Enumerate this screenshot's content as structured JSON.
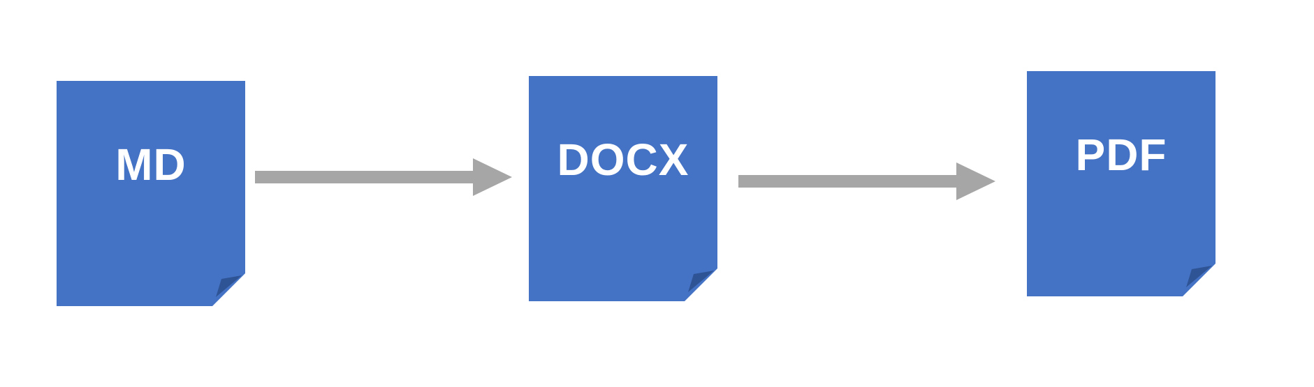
{
  "diagram": {
    "background_color": "#FFFFFF",
    "nodes": [
      {
        "id": "md",
        "label": "MD",
        "shape": "folded-corner-document",
        "fill": "#4472C4",
        "fold_fill": "#2F5496",
        "text_color": "#FFFFFF"
      },
      {
        "id": "docx",
        "label": "DOCX",
        "shape": "folded-corner-document",
        "fill": "#4472C4",
        "fold_fill": "#2F5496",
        "text_color": "#FFFFFF"
      },
      {
        "id": "pdf",
        "label": "PDF",
        "shape": "folded-corner-document",
        "fill": "#4472C4",
        "fold_fill": "#2F5496",
        "text_color": "#FFFFFF"
      }
    ],
    "arrows": [
      {
        "from": "md",
        "to": "docx",
        "direction": "right",
        "color": "#A6A6A6"
      },
      {
        "from": "docx",
        "to": "pdf",
        "direction": "right",
        "color": "#A6A6A6"
      }
    ]
  }
}
